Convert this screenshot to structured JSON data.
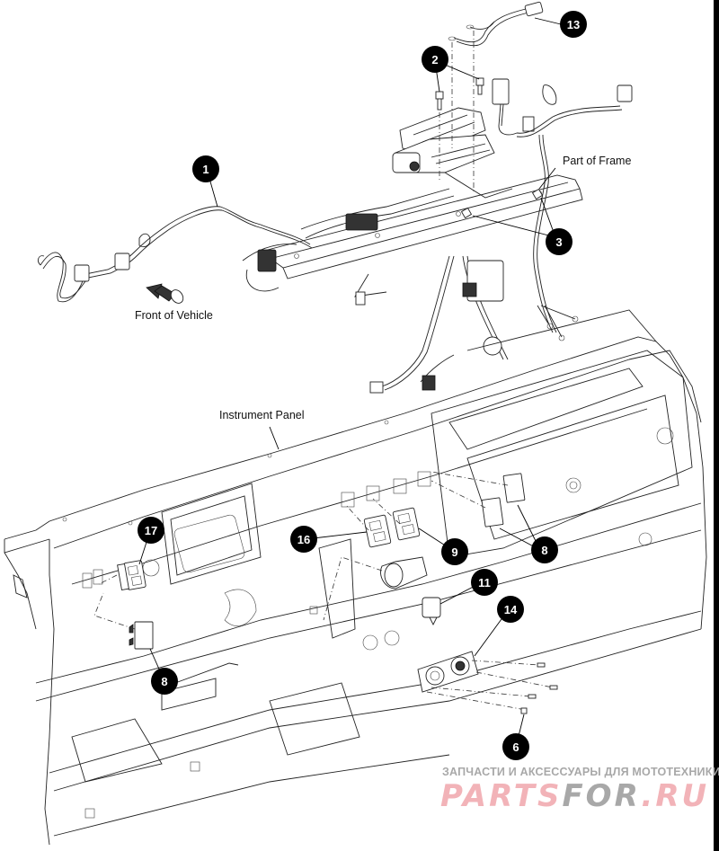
{
  "diagram": {
    "type": "exploded-parts-view",
    "labels": {
      "front_of_vehicle": "Front of Vehicle",
      "part_of_frame": "Part of Frame",
      "instrument_panel": "Instrument Panel"
    },
    "callouts": [
      {
        "id": "1",
        "text": "1",
        "part": "wiring-harness"
      },
      {
        "id": "2",
        "text": "2",
        "part": "bolt"
      },
      {
        "id": "3",
        "text": "3",
        "part": "screw"
      },
      {
        "id": "13",
        "text": "13",
        "part": "battery-cable"
      },
      {
        "id": "17",
        "text": "17",
        "part": "rocker-switch"
      },
      {
        "id": "16",
        "text": "16",
        "part": "rocker-switch"
      },
      {
        "id": "9",
        "text": "9",
        "part": "rocker-switch"
      },
      {
        "id": "8a",
        "text": "8",
        "part": "switch-blank-plug"
      },
      {
        "id": "8b",
        "text": "8",
        "part": "switch-blank-plug"
      },
      {
        "id": "11",
        "text": "11",
        "part": "ignition-switch"
      },
      {
        "id": "14",
        "text": "14",
        "part": "power-outlet"
      },
      {
        "id": "6",
        "text": "6",
        "part": "screw"
      }
    ]
  },
  "watermark": {
    "subtitle": "ЗАПЧАСТИ И АКСЕССУАРЫ ДЛЯ МОТОТЕХНИКИ",
    "brand_part1": "PARTS",
    "brand_part2": "FOR",
    "brand_part3": ".RU",
    "colors": {
      "pink": "#f2b3b8",
      "gray": "#a8a8a8"
    }
  }
}
